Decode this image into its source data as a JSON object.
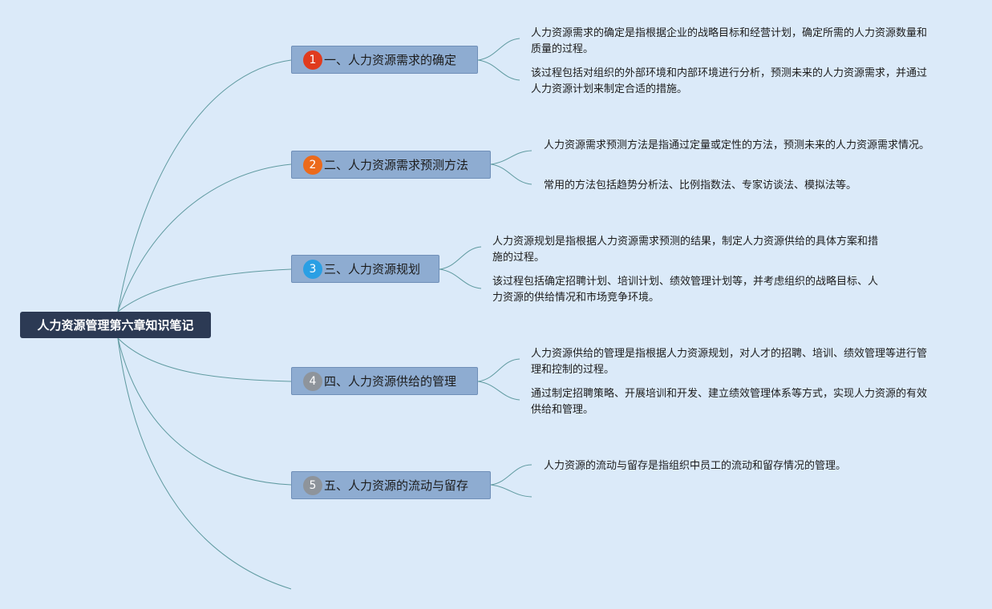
{
  "root": {
    "label": "人力资源管理第六章知识笔记"
  },
  "topics": [
    {
      "number": "1",
      "marker_color": "#e03b1e",
      "label": "一、人力资源需求的确定",
      "notes": [
        "人力资源需求的确定是指根据企业的战略目标和经营计划，确定所需的人力资源数量和质量的过程。",
        "该过程包括对组织的外部环境和内部环境进行分析，预测未来的人力资源需求，并通过人力资源计划来制定合适的措施。"
      ]
    },
    {
      "number": "2",
      "marker_color": "#ec6a1b",
      "label": "二、人力资源需求预测方法",
      "notes": [
        "人力资源需求预测方法是指通过定量或定性的方法，预测未来的人力资源需求情况。",
        "常用的方法包括趋势分析法、比例指数法、专家访谈法、模拟法等。"
      ]
    },
    {
      "number": "3",
      "marker_color": "#2a9fe4",
      "label": "三、人力资源规划",
      "notes": [
        "人力资源规划是指根据人力资源需求预测的结果，制定人力资源供给的具体方案和措施的过程。",
        "该过程包括确定招聘计划、培训计划、绩效管理计划等，并考虑组织的战略目标、人力资源的供给情况和市场竞争环境。"
      ]
    },
    {
      "number": "4",
      "marker_color": "#8e949b",
      "label": "四、人力资源供给的管理",
      "notes": [
        "人力资源供给的管理是指根据人力资源规划，对人才的招聘、培训、绩效管理等进行管理和控制的过程。",
        "通过制定招聘策略、开展培训和开发、建立绩效管理体系等方式，实现人力资源的有效供给和管理。"
      ]
    },
    {
      "number": "5",
      "marker_color": "#8e949b",
      "label": "五、人力资源的流动与留存",
      "notes": [
        "人力资源的流动与留存是指组织中员工的流动和留存情况的管理。"
      ]
    }
  ]
}
